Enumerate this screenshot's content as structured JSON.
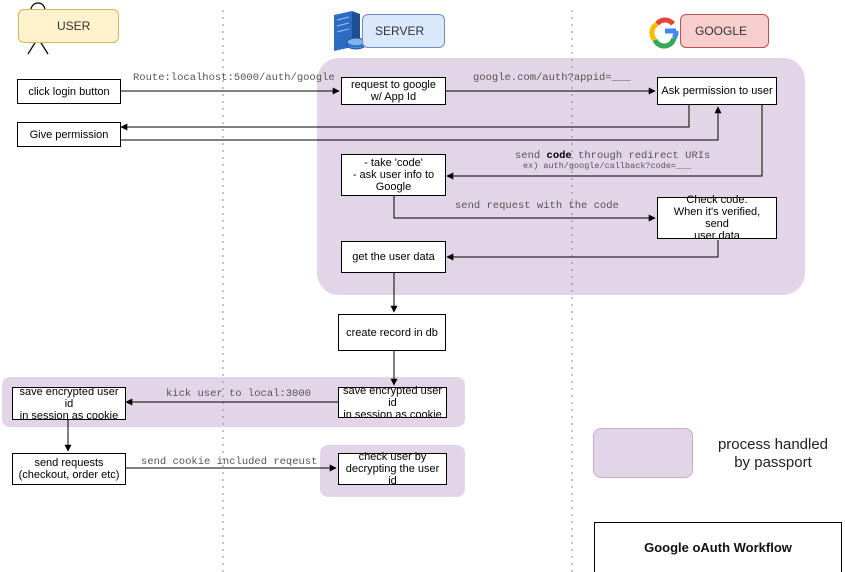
{
  "actors": {
    "user": {
      "label": "USER",
      "icon": "stick-figure-icon",
      "fill": "#fff2cc",
      "stroke": "#d6b656"
    },
    "server": {
      "label": "SERVER",
      "icon": "server-icon",
      "fill": "#dae8fc",
      "stroke": "#6c8ebf"
    },
    "google": {
      "label": "GOOGLE",
      "icon": "google-logo-icon",
      "fill": "#f8cecc",
      "stroke": "#b85450"
    }
  },
  "colors": {
    "passport_region": "#e1d5e7",
    "passport_stroke": "#c3abd0"
  },
  "boxes": {
    "click_login": "click login button",
    "give_permission": "Give permission",
    "request_google": "request to google\nw/ App Id",
    "ask_permission": "Ask permission to user",
    "take_code": "- take 'code'\n- ask user info to\nGoogle",
    "check_code": "Check code.\nWhen it's verified, send\nuser data",
    "get_user_data": "get the user data",
    "create_record": "create record in db",
    "save_server": "save encrypted user id\nin session as cookie",
    "save_user": "save encrypted user id\nin session as cookie",
    "send_requests": "send requests\n(checkout, order etc)",
    "check_user": "check user by\ndecrypting the user id"
  },
  "labels": {
    "route": "Route:localhost:5000/auth/google",
    "google_auth": "google.com/auth?appid=___",
    "send_code_pre": "send ",
    "send_code_bold": "code",
    "send_code_post": " through redirect URIs",
    "callback_example": "ex) auth/google/callback?code=___",
    "send_request_code": "send request with the code",
    "kick_user": "kick user to local:3000",
    "send_cookie": "send cookie included reqeust"
  },
  "legend": {
    "text": "process handled\nby passport"
  },
  "title": "Google oAuth Workflow"
}
